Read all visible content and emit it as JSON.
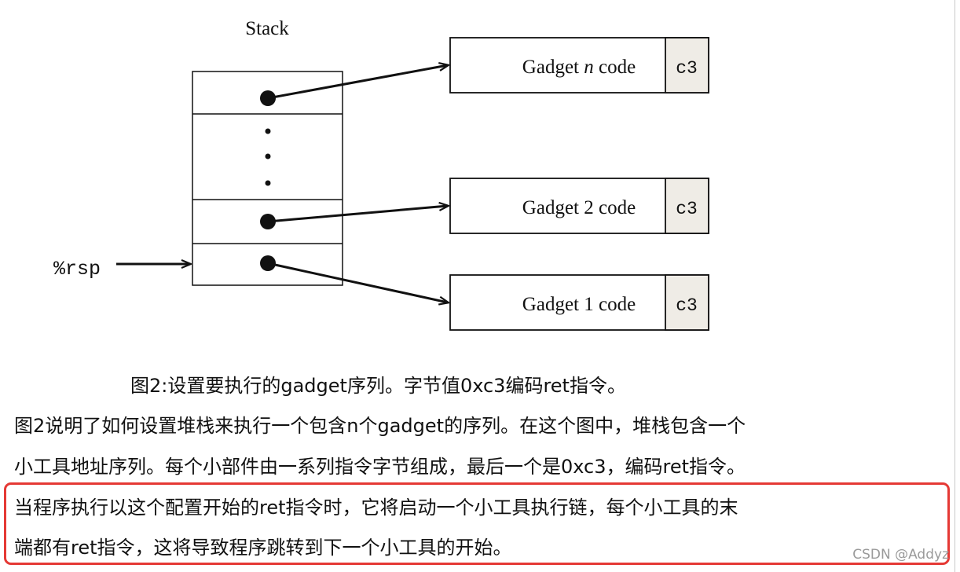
{
  "diagram": {
    "stack_label": "Stack",
    "register_label": "%rsp",
    "gadgets": [
      {
        "label_pre": "Gadget ",
        "label_var": "n",
        "label_post": " code",
        "byte": "c3"
      },
      {
        "label_pre": "Gadget 2 code",
        "label_var": "",
        "label_post": "",
        "byte": "c3"
      },
      {
        "label_pre": "Gadget 1 code",
        "label_var": "",
        "label_post": "",
        "byte": "c3"
      }
    ]
  },
  "caption": "图2:设置要执行的gadget序列。字节值0xc3编码ret指令。",
  "paragraph_lines": [
    "图2说明了如何设置堆栈来执行一个包含n个gadget的序列。在这个图中，堆栈包含一个",
    "小工具地址序列。每个小部件由一系列指令字节组成，最后一个是0xc3，编码ret指令。",
    "当程序执行以这个配置开始的ret指令时，它将启动一个小工具执行链，每个小工具的末",
    "端都有ret指令，这将导致程序跳转到下一个小工具的开始。"
  ],
  "highlight_color": "#e53935",
  "watermark": "CSDN @Addyz"
}
